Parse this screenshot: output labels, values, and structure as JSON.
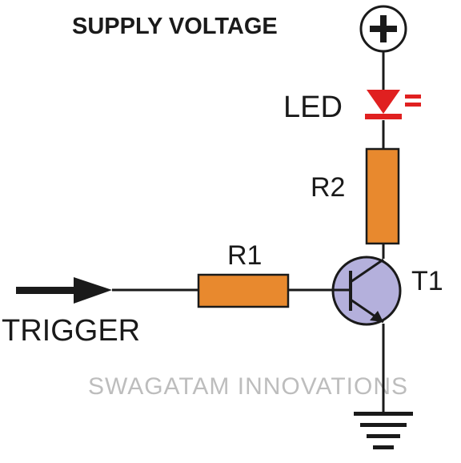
{
  "labels": {
    "supply": "SUPPLY VOLTAGE",
    "led": "LED",
    "r2": "R2",
    "r1": "R1",
    "t1": "T1",
    "trigger": "TRIGGER"
  },
  "watermark": "SWAGATAM INNOVATIONS",
  "colors": {
    "wire": "#1a1a1a",
    "resistor": "#e8892e",
    "led": "#e02020",
    "transistor": "#b4b0dc",
    "watermark": "#bdbdbd"
  },
  "icons": {
    "supply": "plus-terminal-icon",
    "ground": "ground-icon",
    "arrow": "right-arrow-icon"
  }
}
